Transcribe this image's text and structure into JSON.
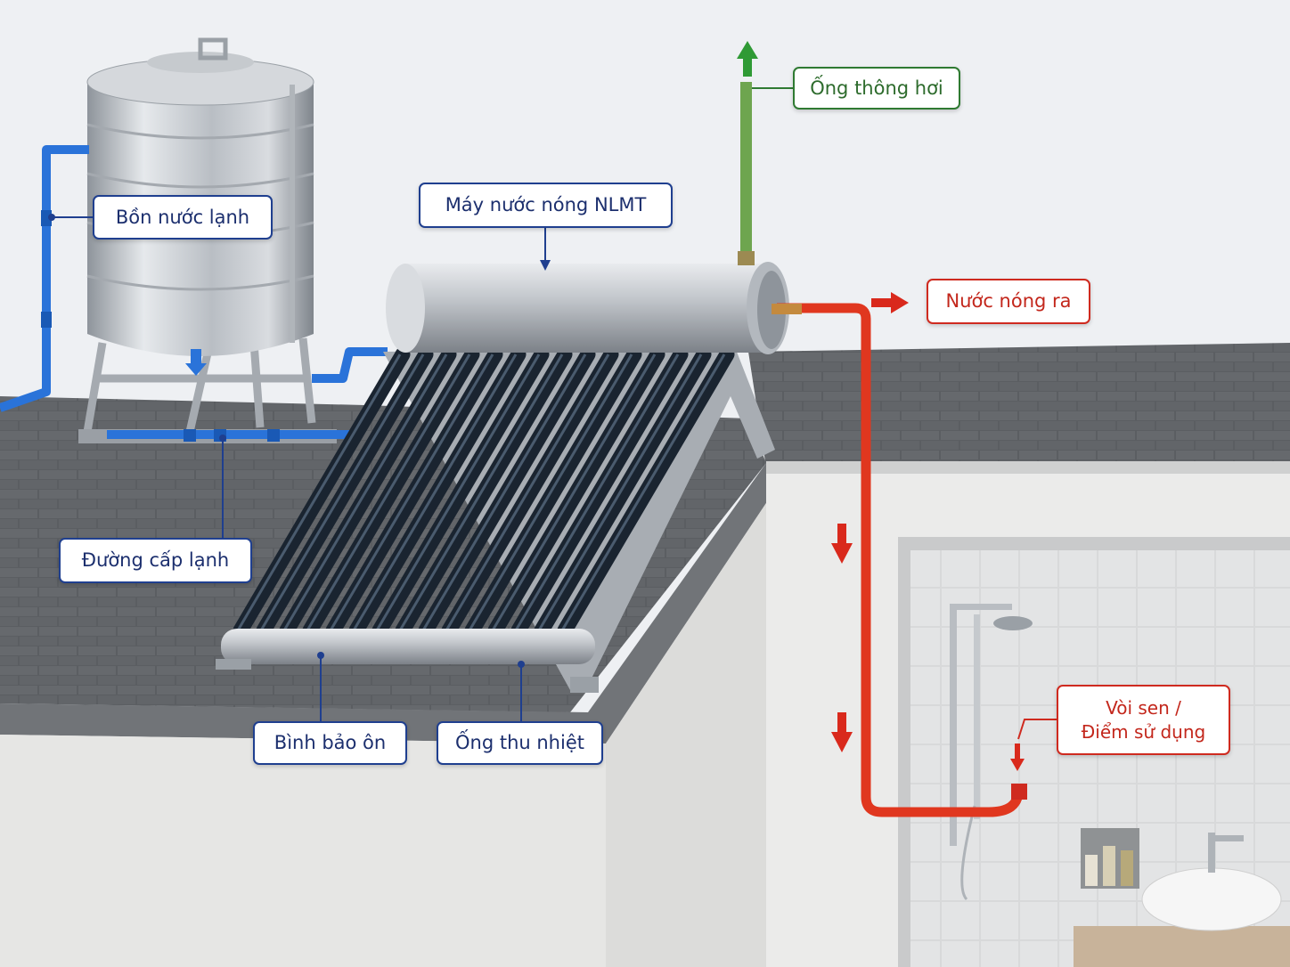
{
  "labels": {
    "tank": "Bồn nước lạnh",
    "heater": "Máy nước nóng NLMT",
    "vent": "Ống thông hơi",
    "hot_out": "Nước nóng ra",
    "cold_supply": "Đường cấp lạnh",
    "storage": "Bình bảo ôn",
    "collector": "Ống thu nhiệt",
    "shower_line1": "Vòi sen /",
    "shower_line2": "Điểm sử dụng"
  },
  "colors": {
    "label_border_blue": "#1f3f8f",
    "label_text_blue": "#1c2f6e",
    "vent_green": "#2f7a32",
    "hot_red": "#cf2a1f",
    "cold_blue": "#2a73d9",
    "vent_pipe": "#6ea54f",
    "roof": "#5c5f63",
    "wall": "#e9e9e7",
    "steel": "#c7cbd0",
    "tube": "#22303f"
  },
  "icons": {
    "vent_arrow": "arrow-up-icon",
    "hot_arrow": "arrow-right-icon",
    "flow_arrows": "arrow-down-icon",
    "shower": "shower-head-icon"
  }
}
